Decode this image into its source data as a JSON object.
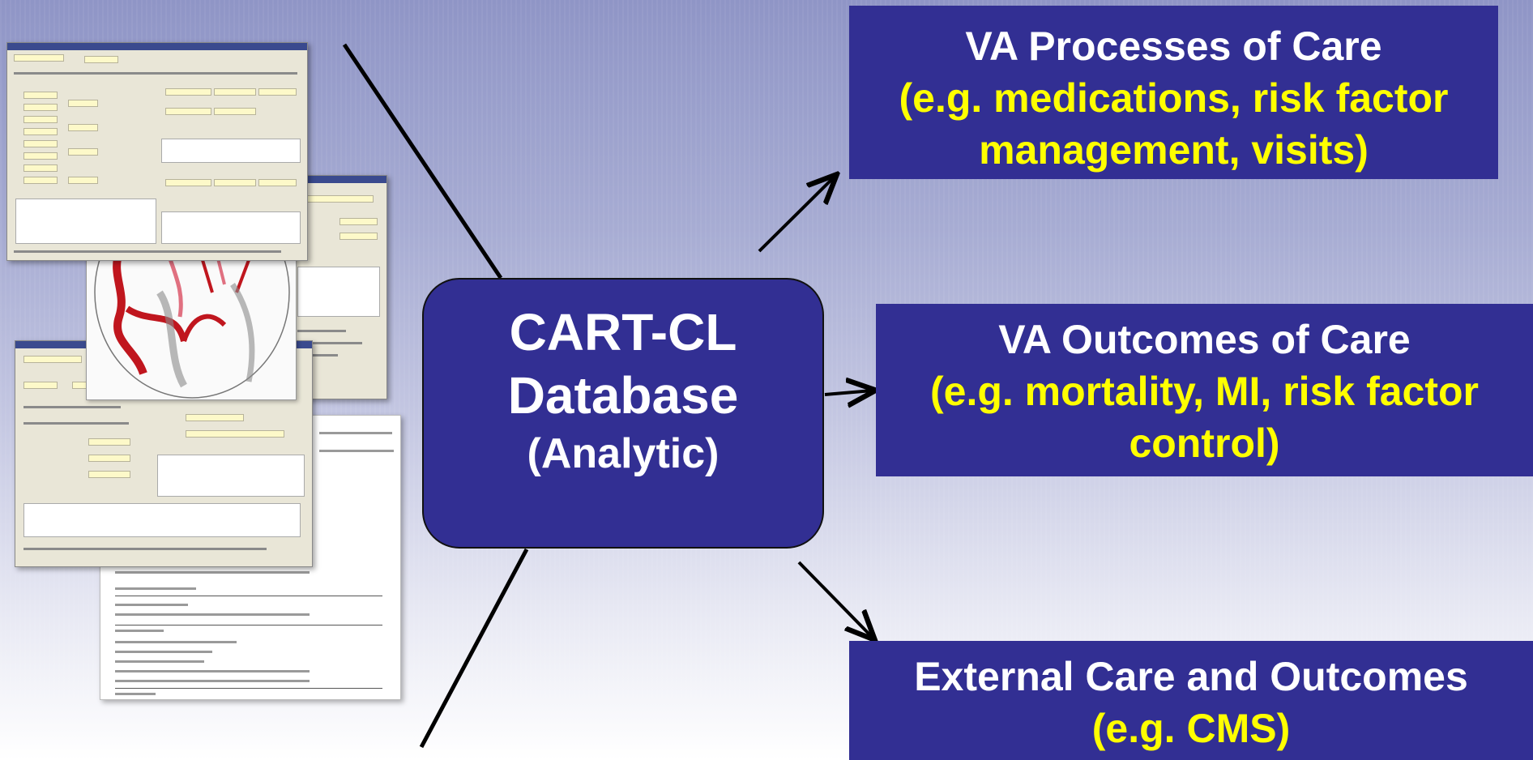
{
  "center": {
    "title_line1": "CART-CL",
    "title_line2": "Database",
    "title_line3": "(Analytic)"
  },
  "outputs": [
    {
      "title": "VA Processes of Care",
      "detail": "(e.g. medications, risk factor management, visits)"
    },
    {
      "title": "VA Outcomes of Care",
      "detail": "(e.g. mortality, MI,  risk factor control)"
    },
    {
      "title": "External Care and Outcomes",
      "detail": "(e.g. CMS)"
    }
  ],
  "colors": {
    "box_fill": "#322f93",
    "title_text": "#ffffff",
    "detail_text": "#ffff00",
    "arrow": "#000000",
    "vessel": "#c0161e"
  },
  "collage": {
    "items": [
      "form-window",
      "angiogram-diagram",
      "form-window",
      "text-report"
    ]
  }
}
